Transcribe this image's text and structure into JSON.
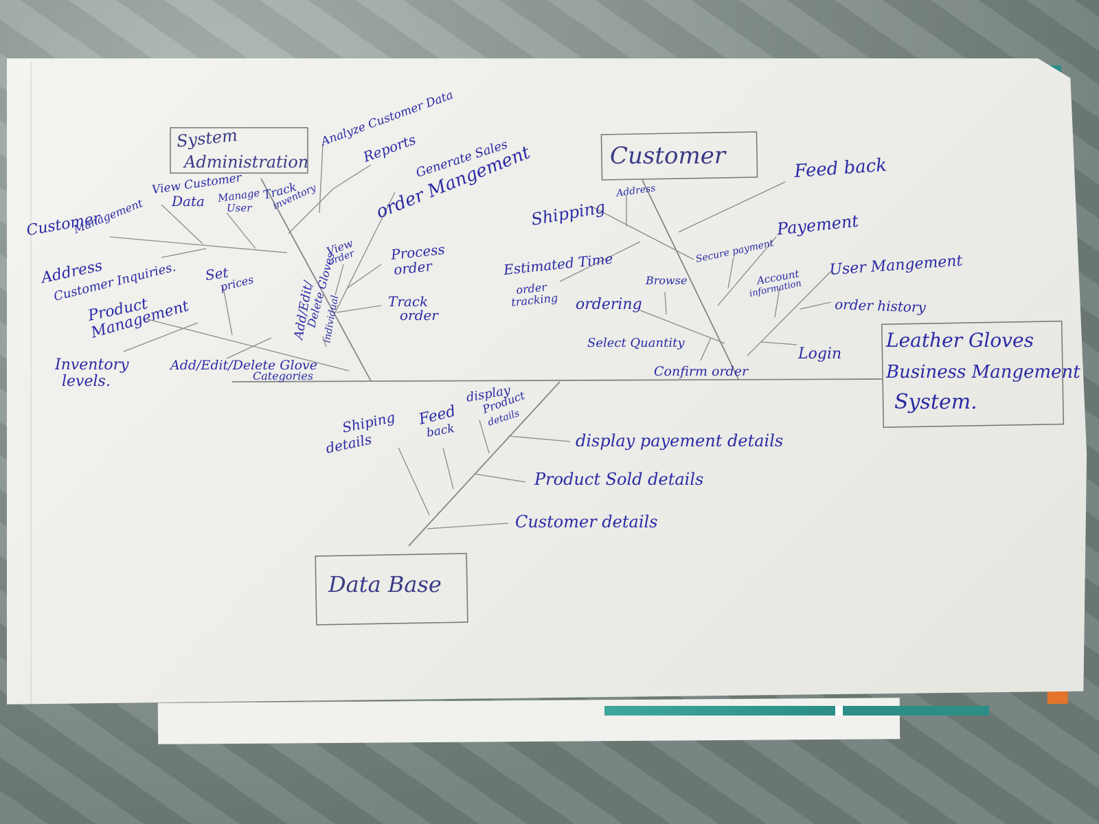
{
  "diagram": {
    "effect": [
      "Leather Gloves",
      "Business Mangement",
      "System."
    ],
    "categories": {
      "system_administration": [
        "System",
        "Administration"
      ],
      "customer": "Customer",
      "data_base": "Data Base"
    },
    "labels": {
      "analyze": "Analyze Customer Data",
      "reports": "Reports",
      "generate_sales": "Generate Sales",
      "order_mgmt": "order Mangement",
      "customer_mgmt_1": "Customer",
      "customer_mgmt_2": "Management",
      "view_customer_1": "View Customer",
      "view_customer_2": "Data",
      "manage_user_1": "Manage",
      "manage_user_2": "User",
      "track_inventory_1": "Track",
      "track_inventory_2": "inventory",
      "address_left": "Address",
      "customer_inquiries": "Customer Inquiries.",
      "product_mgmt_1": "Product",
      "product_mgmt_2": "Management",
      "set_prices_1": "Set",
      "set_prices_2": "prices",
      "add_edit": "Add/Edit/",
      "delete_gloves": "Delete Gloves",
      "individual": "individual",
      "view_order_1": "View",
      "view_order_2": "order",
      "process_order_1": "Process",
      "process_order_2": "order",
      "track_order_1": "Track",
      "track_order_2": "order",
      "inventory_1": "Inventory",
      "inventory_2": "levels.",
      "add_edit_cat_1": "Add/Edit/Delete Glove",
      "add_edit_cat_2": "Categories",
      "shipping": "Shipping",
      "address_right": "Address",
      "feedback": "Feed back",
      "secure_payment": "Secure payment",
      "payment": "Payement",
      "estimated_time": "Estimated Time",
      "order_tracking_1": "order",
      "order_tracking_2": "tracking",
      "ordering": "ordering",
      "browse": "Browse",
      "account_info_1": "Account",
      "account_info_2": "information",
      "user_mgmt": "User Mangement",
      "order_history": "order history",
      "select_quantity": "Select Quantity",
      "login": "Login",
      "confirm_order": "Confirm order",
      "shipping_details_1": "Shiping",
      "shipping_details_2": "details",
      "feedback_db_1": "Feed",
      "feedback_db_2": "back",
      "display_product_1": "display",
      "display_product_2": "Product",
      "display_product_3": "details",
      "display_payment": "display payement details",
      "product_sold": "Product Sold details",
      "customer_details": "Customer details"
    }
  }
}
